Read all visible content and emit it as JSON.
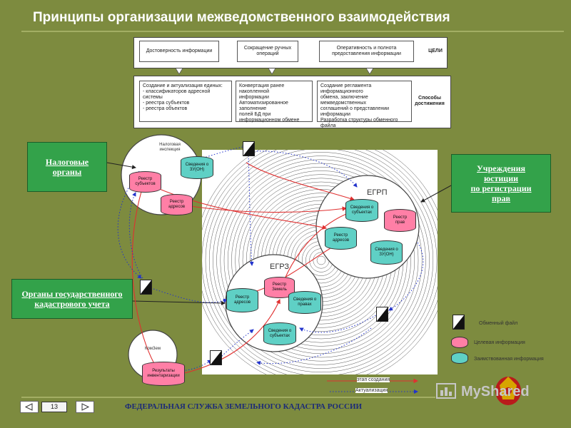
{
  "title": "Принципы организации межведомственного взаимодействия",
  "goals": {
    "items": [
      "Достоверность информации",
      "Сокращение ручных операций",
      "Оперативность и полнота предоставления информации"
    ],
    "tag": "ЦЕЛИ"
  },
  "methods": {
    "items": [
      "Создание и актуализация единых:\n- классификаторов адресной\n  системы\n- реестра субъектов\n- реестра объектов",
      "Конвертация ранее накопленной\nинформации\nАвтоматизированное заполнение\nполей БД при\nинформационном обмене",
      "Создание регламента информационного\nобмена, заключение межведомственных\nсоглашений о представлении\nинформации\n Разработка структуры обменного файла"
    ],
    "tag": "Способы\nдостижения"
  },
  "org_labels": {
    "tax": "Налоговые\nорганы",
    "justice": "Учреждения\nюстиции\nпо регистрации\nправ",
    "cadastre": "Органы государственного\nкадастрового учета"
  },
  "circles": {
    "tax": {
      "label": "Налоговая\nинспекция",
      "cyl_subjects": "Реестр\nсубъектов",
      "cyl_zu": "Сведения о\nЗУ(ОН)",
      "cyl_addresses": "Реестр\nадресов"
    },
    "egrp": {
      "label": "ЕГРП",
      "cyl_subjects": "Сведения о\nсубъектах",
      "cyl_rights": "Реестр\nправ",
      "cyl_addresses": "Реестр\nадресов",
      "cyl_zu": "Сведения о\nЗУ(ОН)"
    },
    "egrz": {
      "label": "ЕГРЗ",
      "cyl_land": "Реестр\nЗемель",
      "cyl_addresses": "Реестр\nадресов",
      "cyl_rights": "Сведения о\nправах",
      "cyl_subjects": "Сведения о\nсубъектах"
    },
    "komzem": {
      "label": "КомЗем",
      "cyl_results": "Результаты\nинвентаризации"
    }
  },
  "legend": {
    "exchange_file": "Обменный файл",
    "target_info": "Целевая информация",
    "borrowed_info": "Заимствованная  информация",
    "stage_creation": "этап создания",
    "actualization": "Актуализация"
  },
  "footer": {
    "agency": "ФЕДЕРАЛЬНАЯ СЛУЖБА ЗЕМЕЛЬНОГО КАДАСТРА РОССИИ",
    "page": "13"
  },
  "brand": "MyShared",
  "colors": {
    "background": "#7d8b3f",
    "green_label": "#33a24a",
    "pink": "#ff7fa6",
    "cyan": "#5fd0c5",
    "red_line": "#e03030",
    "blue_dotted": "#2233cc"
  }
}
